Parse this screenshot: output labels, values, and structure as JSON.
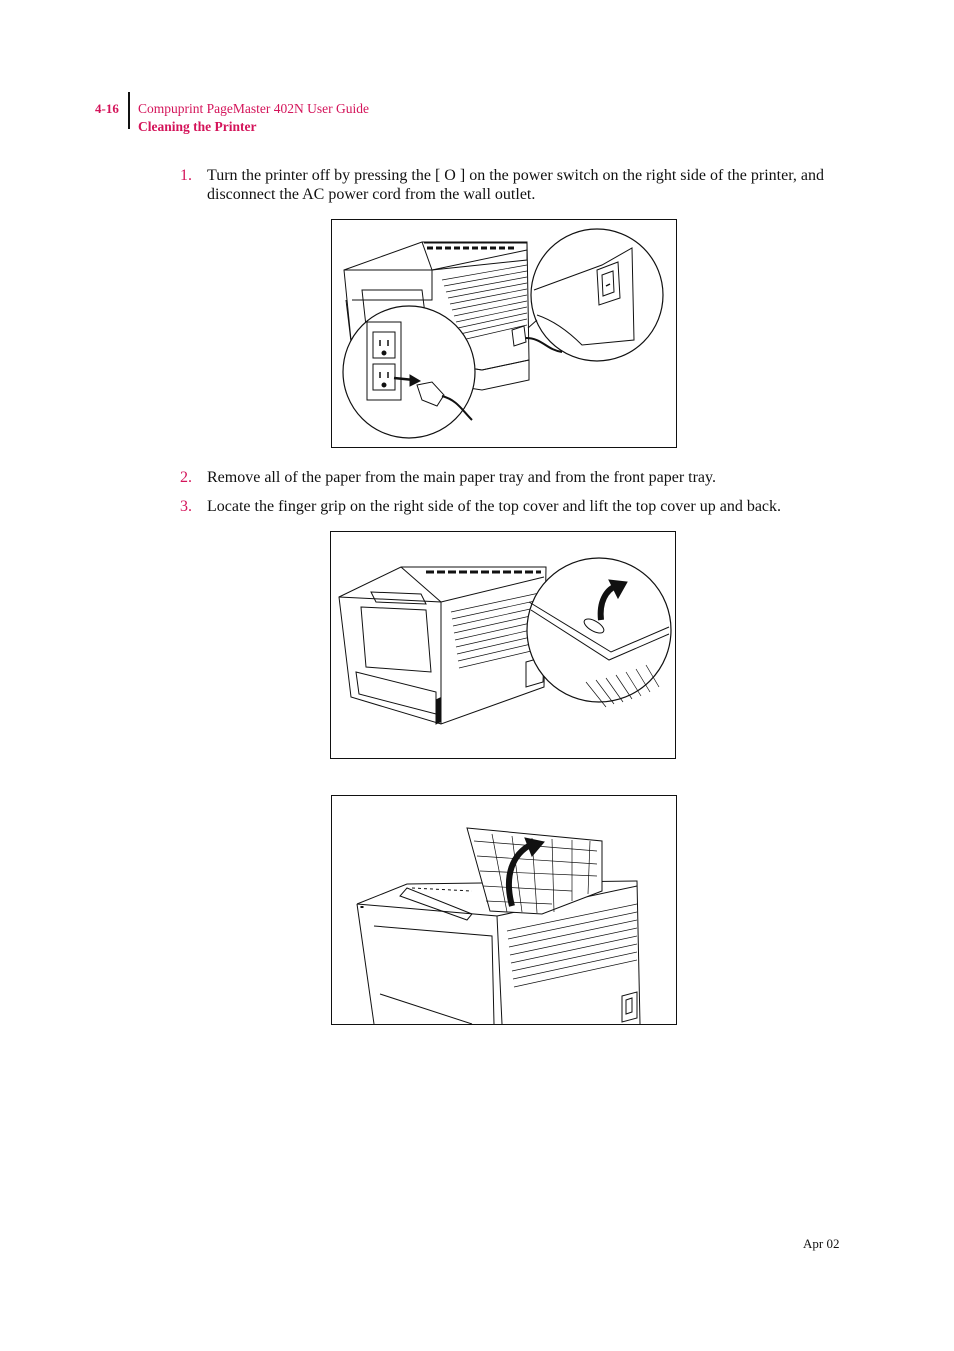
{
  "header": {
    "page_number": "4-16",
    "doc_title": "Compuprint PageMaster 402N User Guide",
    "section_title": "Cleaning the Printer"
  },
  "steps": [
    {
      "number": "1.",
      "text": "Turn the printer off by pressing the [ O ] on the power switch on the right side of the printer, and disconnect the AC power cord from the wall outlet."
    },
    {
      "number": "2.",
      "text": "Remove all of the paper from the main paper tray and from the front paper tray."
    },
    {
      "number": "3.",
      "text": "Locate the finger grip on the right side of the top cover and lift the top cover up and back."
    }
  ],
  "footer": {
    "date": "Apr 02"
  },
  "colors": {
    "accent": "#d4145a",
    "text": "#111111"
  }
}
